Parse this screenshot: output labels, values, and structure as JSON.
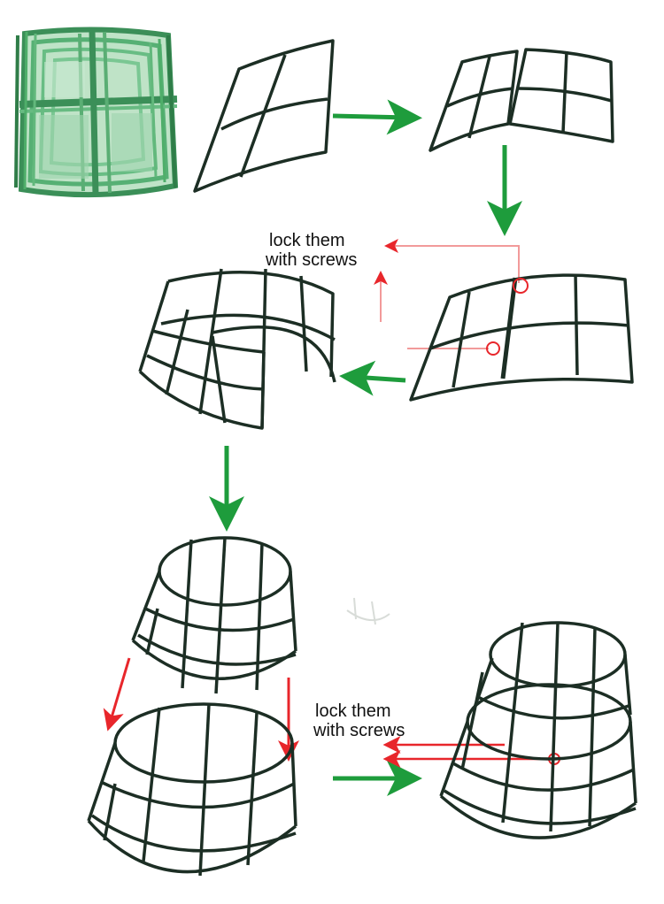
{
  "annotations": {
    "upper_label_line1": "lock them",
    "upper_label_line2": "with screws",
    "lower_label_line1": "lock them",
    "lower_label_line2": "with screws"
  },
  "colors": {
    "frame_line": "#1c2e24",
    "flow_arrow": "#1e9c3c",
    "screw_arrow": "#e8262b",
    "screw_guide": "#f29a9a",
    "photo_green": "#4fae6a",
    "photo_dark": "#2f7d48"
  },
  "icons": {
    "flow_arrow": "green-arrow-icon",
    "screw_arrow": "red-arrow-icon",
    "screw_marker": "screw-circle-icon"
  }
}
